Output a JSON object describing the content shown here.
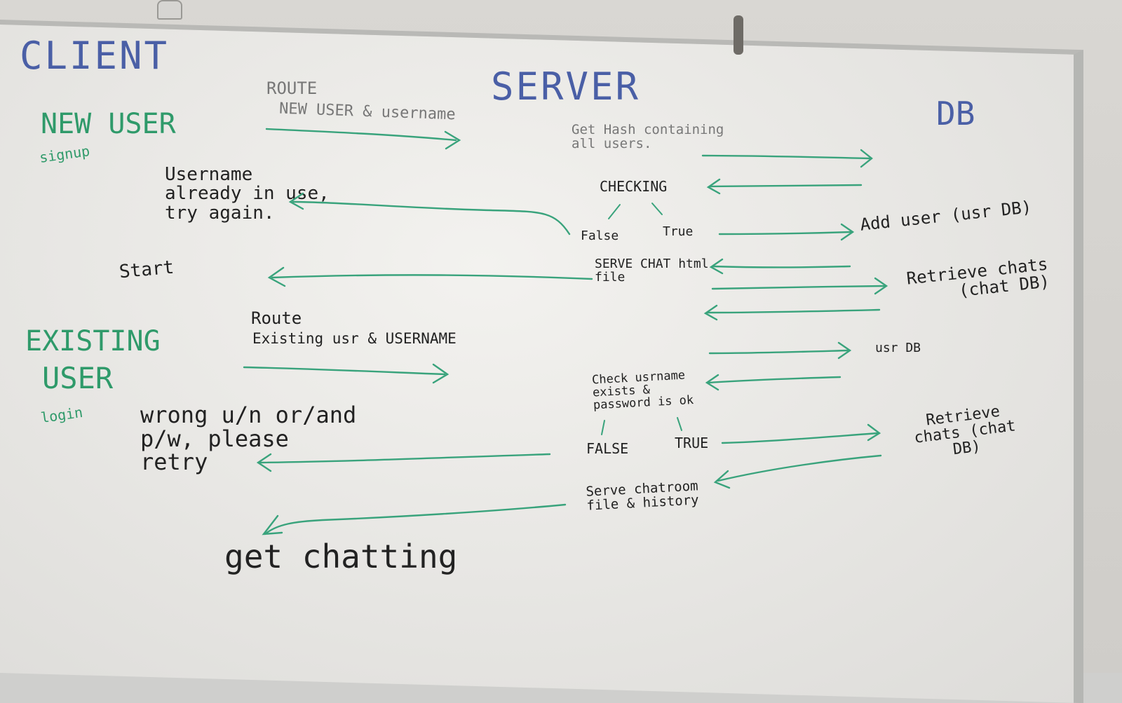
{
  "columns": {
    "client": "CLIENT",
    "server": "SERVER",
    "db": "DB"
  },
  "new_user": {
    "title": "NEW USER",
    "subtitle": "signup",
    "route_label": "ROUTE",
    "route_detail": "NEW USER & username",
    "server_get_hash": "Get Hash containing all users.",
    "checking": "CHECKING",
    "false_label": "False",
    "true_label": "True",
    "username_taken": "Username already in use, try again.",
    "add_user": "Add user (usr DB)",
    "start": "Start",
    "serve_chat_file": "SERVE CHAT html file",
    "retrieve_chats": "Retrieve chats (chat DB)"
  },
  "existing_user": {
    "title_line1": "EXISTING",
    "title_line2": "USER",
    "subtitle": "login",
    "route_label": "Route",
    "route_detail": "Existing usr & USERNAME",
    "usr_db": "usr DB",
    "check_user": "Check usrname exists & password is ok",
    "false_label": "FALSE",
    "true_label": "TRUE",
    "wrong_msg": "wrong u/n or/and p/w, please retry",
    "retrieve_chats": "Retrieve chats (chat DB)",
    "serve_chatroom": "Serve chatroom file & history",
    "get_chatting": "get chatting"
  }
}
